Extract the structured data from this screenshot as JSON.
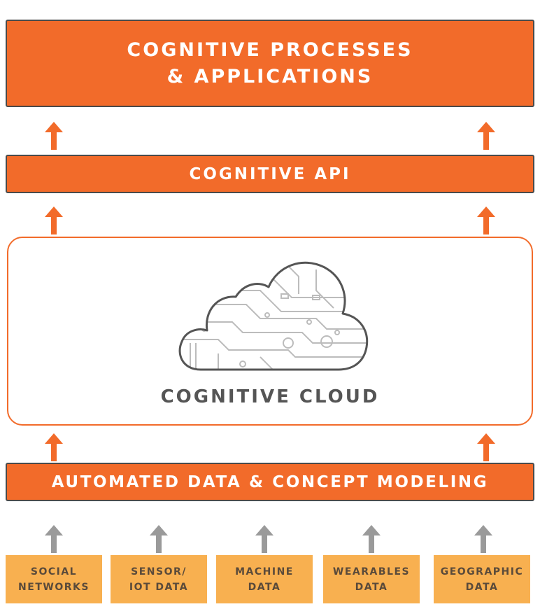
{
  "layers": {
    "top": {
      "line1": "COGNITIVE PROCESSES",
      "line2": "& APPLICATIONS"
    },
    "api": "COGNITIVE API",
    "cloud": "COGNITIVE CLOUD",
    "modeling": "AUTOMATED DATA & CONCEPT MODELING"
  },
  "sources": [
    {
      "line1": "SOCIAL",
      "line2": "NETWORKS"
    },
    {
      "line1": "SENSOR/",
      "line2": "IOT DATA"
    },
    {
      "line1": "MACHINE",
      "line2": "DATA"
    },
    {
      "line1": "WEARABLES",
      "line2": "DATA"
    },
    {
      "line1": "GEOGRAPHIC",
      "line2": "DATA"
    }
  ],
  "colors": {
    "accent": "#f26b2a",
    "source_box": "#f8b050",
    "source_arrow": "#9a9a9a",
    "border": "#4a4a4a"
  },
  "icons": {
    "up_arrow": "up-arrow-icon",
    "cloud": "cloud-circuit-icon"
  }
}
